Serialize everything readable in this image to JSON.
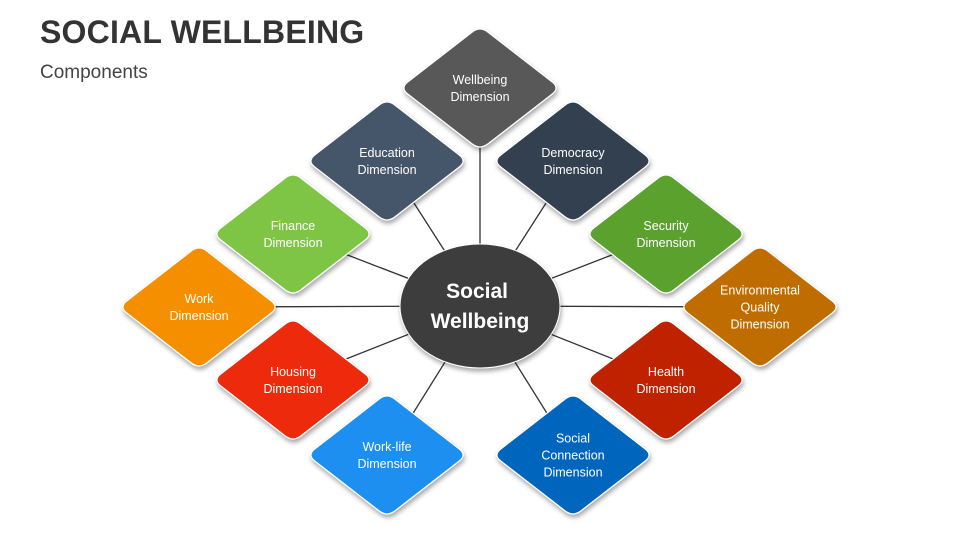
{
  "header": {
    "title": "SOCIAL WELLBEING",
    "subtitle": "Components"
  },
  "center": {
    "lines": [
      "Social",
      "Wellbeing"
    ],
    "color": "#3d3d3d"
  },
  "nodes": [
    {
      "id": "wellbeing",
      "lines": [
        "Wellbeing",
        "Dimension"
      ],
      "color": "#595959"
    },
    {
      "id": "education",
      "lines": [
        "Education",
        "Dimension"
      ],
      "color": "#44546a"
    },
    {
      "id": "democracy",
      "lines": [
        "Democracy",
        "Dimension"
      ],
      "color": "#323f4f"
    },
    {
      "id": "finance",
      "lines": [
        "Finance",
        "Dimension"
      ],
      "color": "#7ec544"
    },
    {
      "id": "security",
      "lines": [
        "Security",
        "Dimension"
      ],
      "color": "#5aa12e"
    },
    {
      "id": "work",
      "lines": [
        "Work",
        "Dimension"
      ],
      "color": "#f58f00"
    },
    {
      "id": "environmental",
      "lines": [
        "Environmental",
        "Quality",
        "Dimension"
      ],
      "color": "#c06d00"
    },
    {
      "id": "housing",
      "lines": [
        "Housing",
        "Dimension"
      ],
      "color": "#ee2a0e"
    },
    {
      "id": "health",
      "lines": [
        "Health",
        "Dimension"
      ],
      "color": "#c02000"
    },
    {
      "id": "work-life",
      "lines": [
        "Work-life",
        "Dimension"
      ],
      "color": "#1a8ff0"
    },
    {
      "id": "social-connection",
      "lines": [
        "Social",
        "Connection",
        "Dimension"
      ],
      "color": "#0565bd"
    }
  ]
}
